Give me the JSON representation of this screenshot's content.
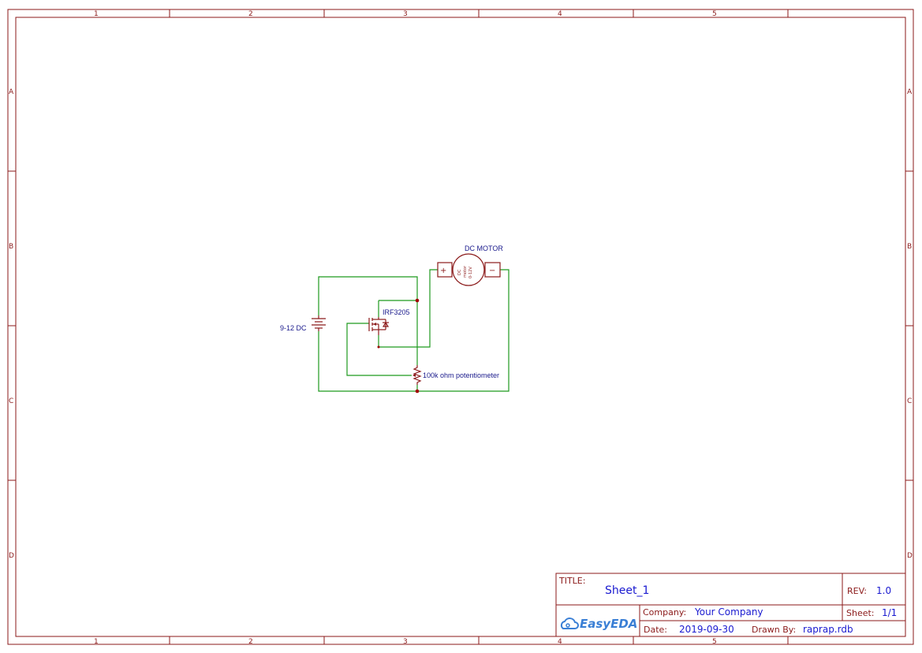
{
  "sheet": {
    "columns": [
      "1",
      "2",
      "3",
      "4",
      "5"
    ],
    "rows": [
      "A",
      "B",
      "C",
      "D"
    ]
  },
  "schematic": {
    "battery_label": "9-12 DC",
    "mosfet_label": "IRF3205",
    "motor_label": "DC MOTOR",
    "motor_body_text": [
      "DC",
      "motor",
      "0-12V"
    ],
    "motor_plus": "+",
    "motor_minus": "−",
    "pot_label": "100k ohm potentiometer",
    "colors": {
      "wire": "#1e9a1e",
      "part": "#8b1a1a",
      "label": "#1a1a8c"
    }
  },
  "title_block": {
    "title_key": "TITLE:",
    "title_value": "Sheet_1",
    "rev_key": "REV:",
    "rev_value": "1.0",
    "company_key": "Company:",
    "company_value": "Your Company",
    "sheet_key": "Sheet:",
    "sheet_value": "1/1",
    "date_key": "Date:",
    "date_value": "2019-09-30",
    "drawn_key": "Drawn By:",
    "drawn_value": "raprap.rdb",
    "logo_text": "EasyEDA"
  }
}
